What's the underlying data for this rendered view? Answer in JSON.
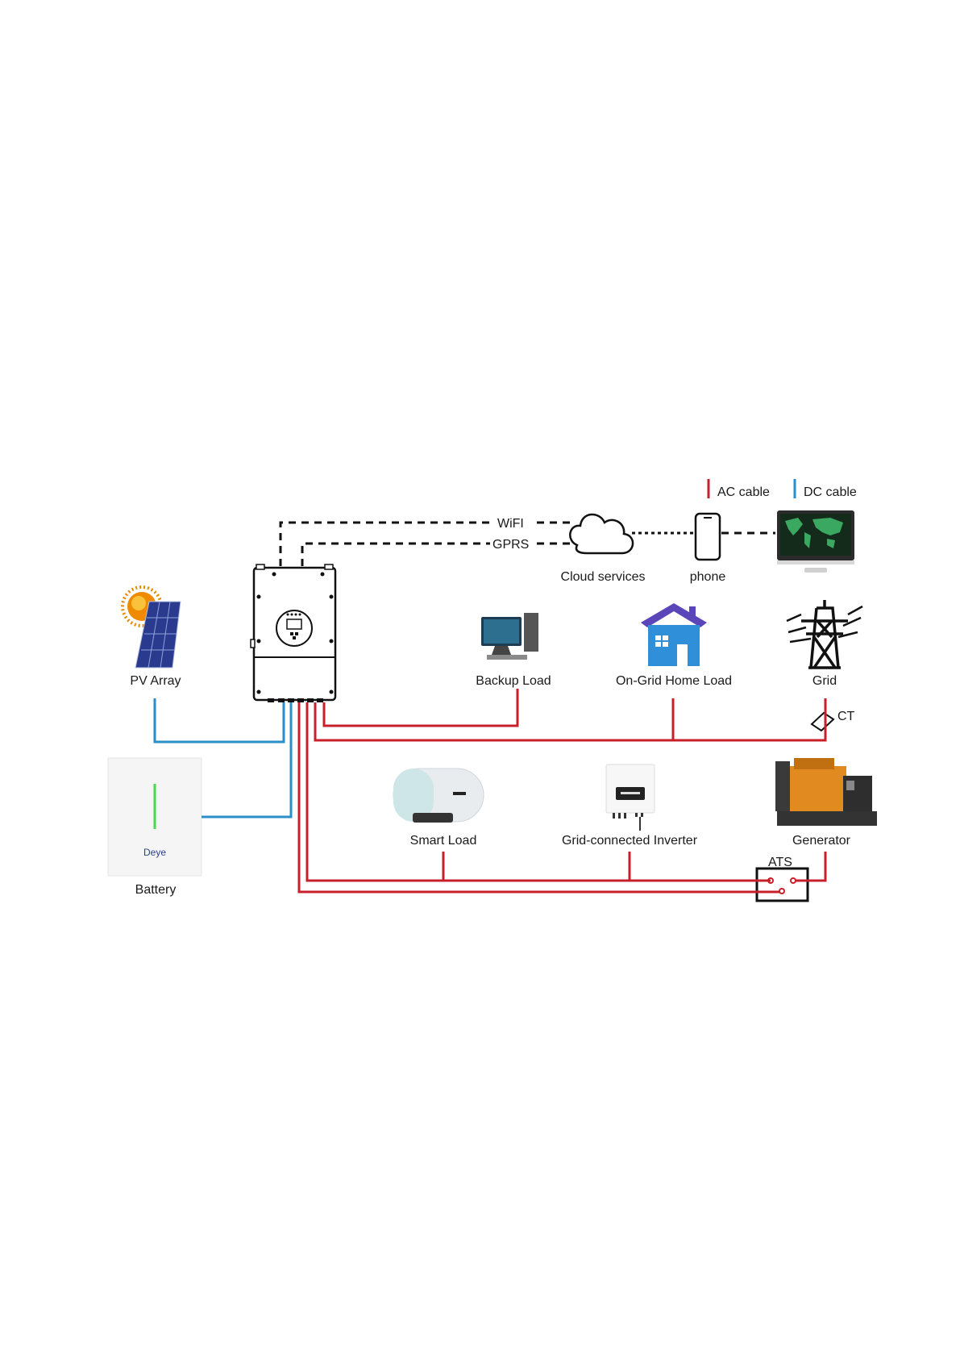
{
  "legend": {
    "ac_label": "AC cable",
    "dc_label": "DC cable",
    "ac_color": "#c8202a",
    "dc_color": "#2a8fc8"
  },
  "comm": {
    "wifi_label": "WiFI",
    "gprs_label": "GPRS"
  },
  "nodes": {
    "cloud": "Cloud services",
    "phone": "phone",
    "pv_array": "PV Array",
    "backup_load": "Backup Load",
    "on_grid_home_load": "On-Grid Home Load",
    "grid": "Grid",
    "ct": "CT",
    "battery": "Battery",
    "battery_brand": "Deye",
    "smart_load": "Smart Load",
    "grid_connected_inverter": "Grid-connected Inverter",
    "generator": "Generator",
    "ats": "ATS"
  }
}
